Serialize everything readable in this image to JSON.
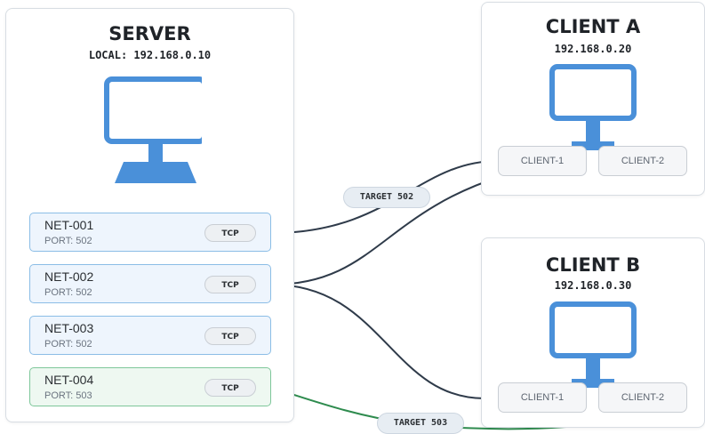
{
  "server": {
    "title": "SERVER",
    "address": "LOCAL: 192.168.0.10",
    "nets": [
      {
        "id": "NET-001",
        "port": "PORT: 502",
        "protocol": "TCP"
      },
      {
        "id": "NET-002",
        "port": "PORT: 502",
        "protocol": "TCP"
      },
      {
        "id": "NET-003",
        "port": "PORT: 502",
        "protocol": "TCP"
      },
      {
        "id": "NET-004",
        "port": "PORT: 503",
        "protocol": "TCP"
      }
    ]
  },
  "client_a": {
    "title": "CLIENT A",
    "address": "192.168.0.20",
    "tags": [
      "CLIENT-1",
      "CLIENT-2"
    ]
  },
  "client_b": {
    "title": "CLIENT B",
    "address": "192.168.0.30",
    "tags": [
      "CLIENT-1",
      "CLIENT-2"
    ]
  },
  "edge_labels": {
    "target_502": "TARGET 502",
    "target_503": "TARGET 503"
  },
  "colors": {
    "monitor": "#4a90d9",
    "edge_default": "#2f3b4a",
    "edge_green": "#2e8b4e",
    "net_border": "#8bbde6",
    "net_green_border": "#7ec79a"
  },
  "icons": {
    "monitor": "desktop-monitor-icon"
  }
}
